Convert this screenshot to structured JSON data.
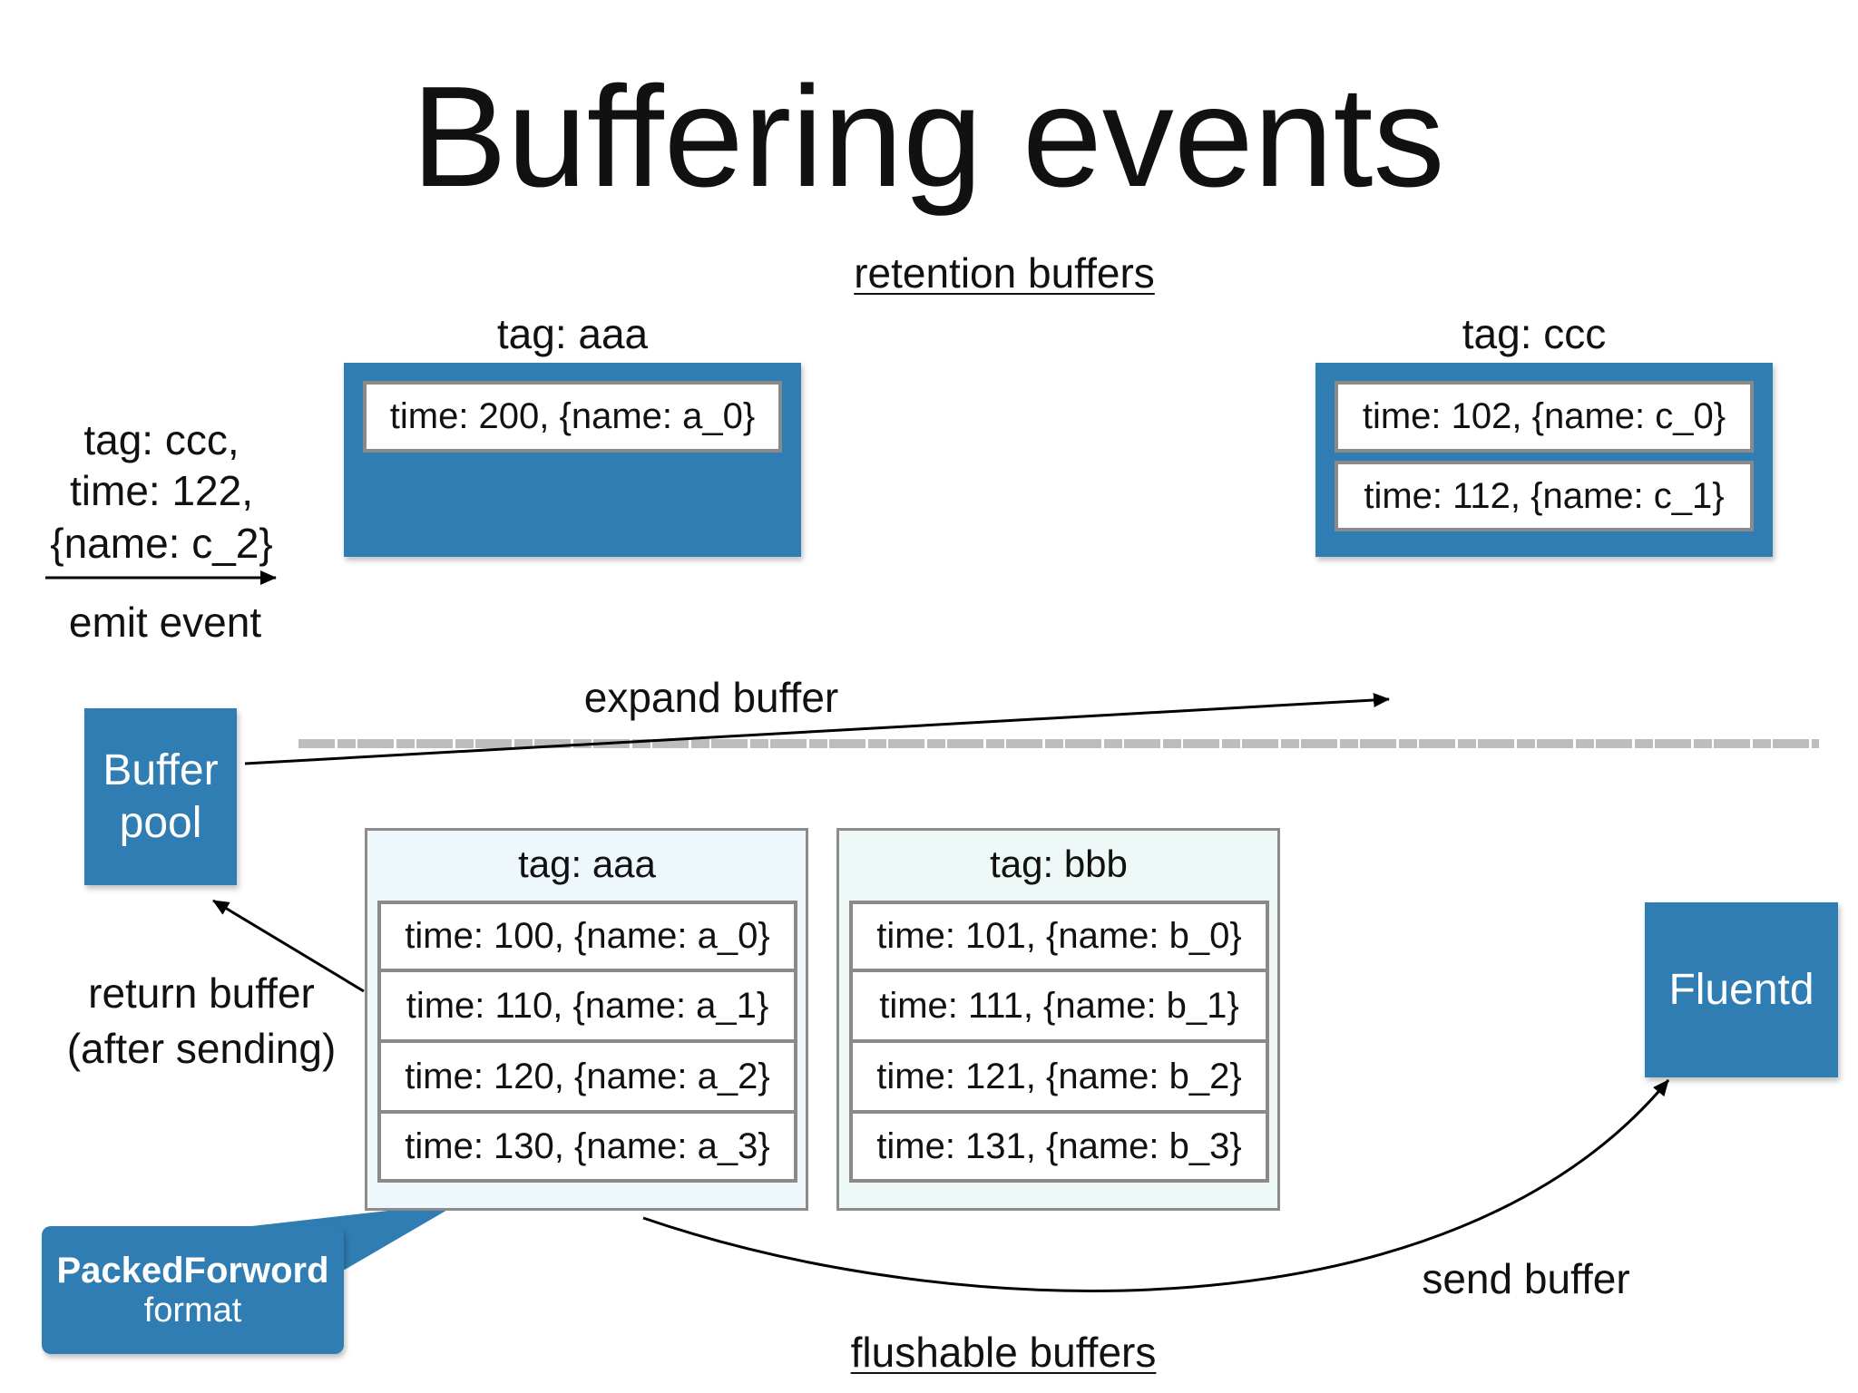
{
  "title": "Buffering events",
  "colors": {
    "box_blue": "#2f7db2",
    "flushable_aaa_bg": "#eef7fb",
    "flushable_bbb_bg": "#eef8f6",
    "divider": "#bbbbbb"
  },
  "retention": {
    "heading": "retention buffers",
    "buffers": [
      {
        "tag": "tag: aaa",
        "events": [
          "time: 200, {name: a_0}"
        ]
      },
      {
        "tag": "tag: ccc",
        "events": [
          "time: 102, {name: c_0}",
          "time: 112, {name: c_1}"
        ]
      }
    ]
  },
  "incoming_event": {
    "lines": [
      "tag: ccc,",
      "time: 122,",
      "{name: c_2}"
    ],
    "arrow_label": "emit event"
  },
  "expand_label": "expand buffer",
  "buffer_pool": {
    "lines": [
      "Buffer",
      "pool"
    ]
  },
  "return_label": [
    "return buffer",
    "(after sending)"
  ],
  "flushable": {
    "heading": "flushable buffers",
    "buffers": [
      {
        "tag": "tag: aaa",
        "events": [
          "time: 100, {name: a_0}",
          "time: 110, {name: a_1}",
          "time: 120, {name: a_2}",
          "time: 130, {name: a_3}"
        ]
      },
      {
        "tag": "tag: bbb",
        "events": [
          "time: 101, {name: b_0}",
          "time: 111, {name: b_1}",
          "time: 121, {name: b_2}",
          "time: 131, {name: b_3}"
        ]
      }
    ]
  },
  "fluentd": {
    "label": "Fluentd"
  },
  "send_label": "send buffer",
  "callout": {
    "bold": "PackedForword",
    "normal": "format"
  }
}
